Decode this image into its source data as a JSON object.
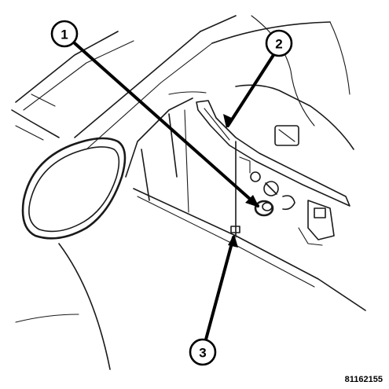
{
  "callouts": [
    {
      "label": "1"
    },
    {
      "label": "2"
    },
    {
      "label": "3"
    }
  ],
  "figure_id": "81162155"
}
